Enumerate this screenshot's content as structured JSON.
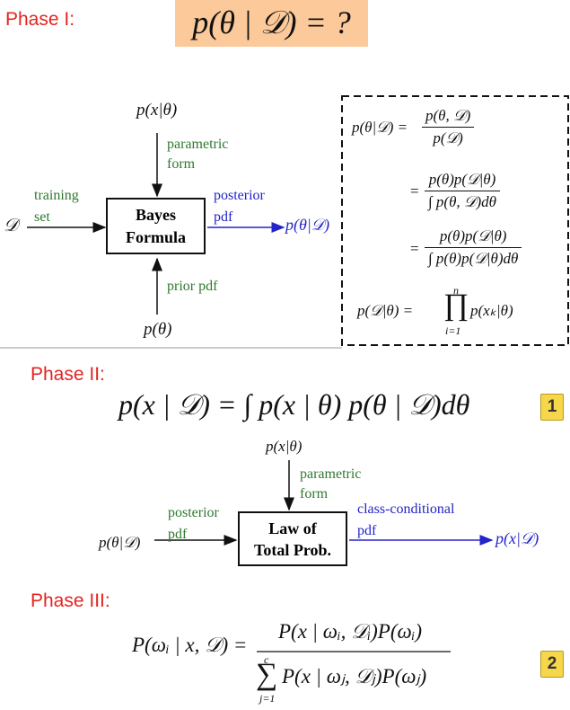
{
  "phase1": {
    "label": "Phase I:",
    "formula": "p(θ | 𝒟) = ?",
    "diagram": {
      "top_input": "p(x|θ)",
      "top_annot": [
        "parametric",
        "form"
      ],
      "left_input": "𝒟",
      "left_annot": [
        "training",
        "set"
      ],
      "box": [
        "Bayes",
        "Formula"
      ],
      "right_annot": [
        "posterior",
        "pdf"
      ],
      "output": "p(θ|𝒟)",
      "bottom_annot": "prior pdf",
      "bottom_input": "p(θ)"
    },
    "equations": {
      "eq1_lhs": "p(θ|𝒟) =",
      "eq1_num": "p(θ, 𝒟)",
      "eq1_den": "p(𝒟)",
      "eq2_num": "p(θ)p(𝒟|θ)",
      "eq2_den": "∫ p(θ, 𝒟)dθ",
      "eq3_num": "p(θ)p(𝒟|θ)",
      "eq3_den": "∫ p(θ)p(𝒟|θ)dθ",
      "eq4_lhs": "p(𝒟|θ) =",
      "eq4_prod_top": "n",
      "eq4_prod_bottom": "i=1",
      "eq4_rhs": "p(xₖ|θ)"
    }
  },
  "phase2": {
    "label": "Phase II:",
    "formula": "p(x | 𝒟) = ∫ p(x | θ) p(θ | 𝒟)dθ",
    "badge": "1",
    "diagram": {
      "top_input": "p(x|θ)",
      "top_annot": [
        "parametric",
        "form"
      ],
      "left_input": "p(θ|𝒟)",
      "left_annot": [
        "posterior",
        "pdf"
      ],
      "box": [
        "Law of",
        "Total Prob."
      ],
      "right_annot": [
        "class-conditional",
        "pdf"
      ],
      "output": "p(x|𝒟)"
    }
  },
  "phase3": {
    "label": "Phase III:",
    "lhs": "P(ωᵢ | x, 𝒟) =",
    "num": "P(x | ωᵢ, 𝒟ᵢ)P(ωᵢ)",
    "sum_top": "c",
    "sum_bottom": "j=1",
    "den": "P(x | ωⱼ, 𝒟ⱼ)P(ωⱼ)",
    "badge": "2"
  }
}
